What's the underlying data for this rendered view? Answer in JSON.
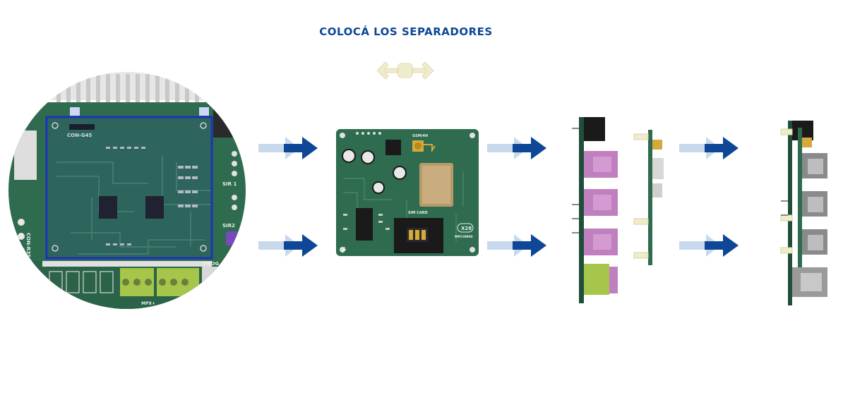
{
  "title": "COLOCÁ LOS SEPARADORES",
  "main_board": {
    "labels": {
      "connector": "CON-G45",
      "connector_left": "CON-R35",
      "siren1": "SIR 1",
      "siren2": "SIR2",
      "prog": "PROG",
      "mpx": "MPX+"
    }
  },
  "module": {
    "labels": {
      "antenna": "GSM/4H",
      "sim": "SIM CARD",
      "logo": "X28",
      "model": "MPCOM00"
    }
  },
  "colors": {
    "title": "#0d4796",
    "arrow": "#0d4796",
    "arrow_shadow": "#c9d9ec",
    "pcb": "#2e6b4f",
    "pcb_dark": "#1e4f39",
    "highlight": "#1a33b8",
    "connector_pink": "#c07fbf",
    "terminal_green": "#a5c64a",
    "spacer": "#efeccd"
  }
}
